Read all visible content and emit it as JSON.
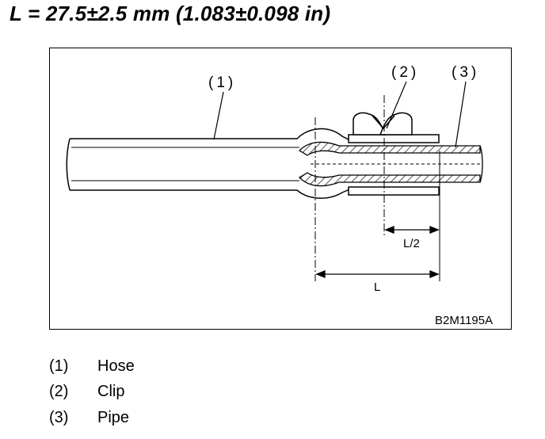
{
  "spec": {
    "title": "L = 27.5±2.5 mm (1.083±0.098 in)"
  },
  "figure": {
    "callouts": {
      "hose": "(1)",
      "clip": "(2)",
      "pipe": "(3)"
    },
    "dimensions": {
      "half_length": "L/2",
      "length": "L"
    },
    "figure_code": "B2M1195A"
  },
  "legend": {
    "items": [
      {
        "number": "(1)",
        "name": "Hose"
      },
      {
        "number": "(2)",
        "name": "Clip"
      },
      {
        "number": "(3)",
        "name": "Pipe"
      }
    ]
  }
}
